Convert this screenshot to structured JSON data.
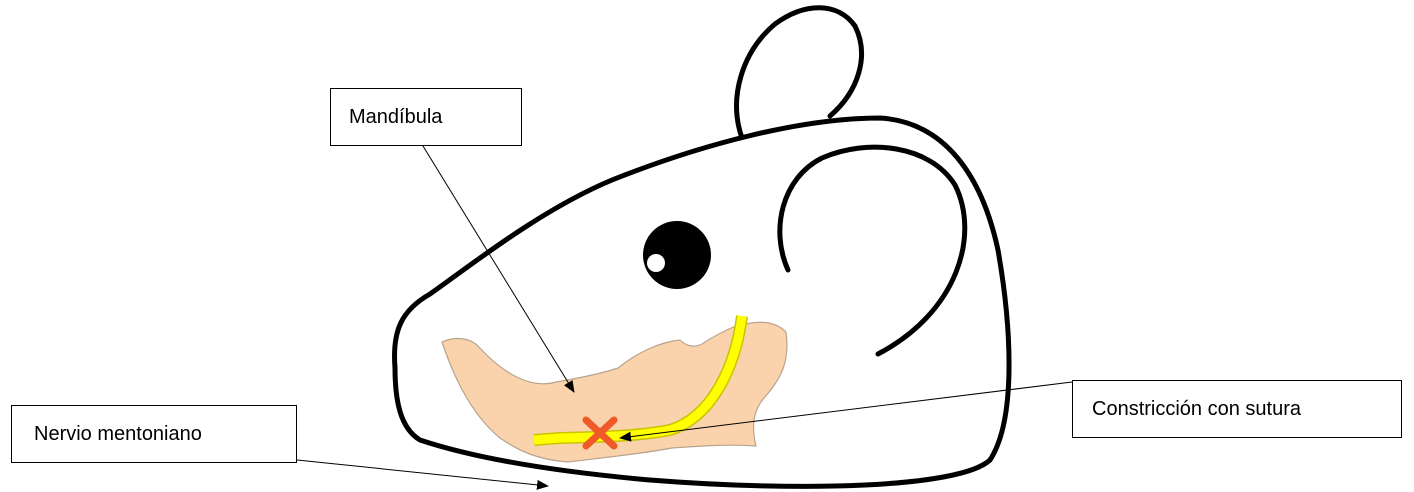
{
  "labels": {
    "mandibula": "Mandíbula",
    "nervio": "Nervio mentoniano",
    "constriccion": "Constricción con sutura"
  },
  "colors": {
    "outline": "#000000",
    "mandible_fill": "#fad3ac",
    "nerve": "#ffff00",
    "nerve_stroke": "#c9c400",
    "suture": "#f05a28"
  }
}
